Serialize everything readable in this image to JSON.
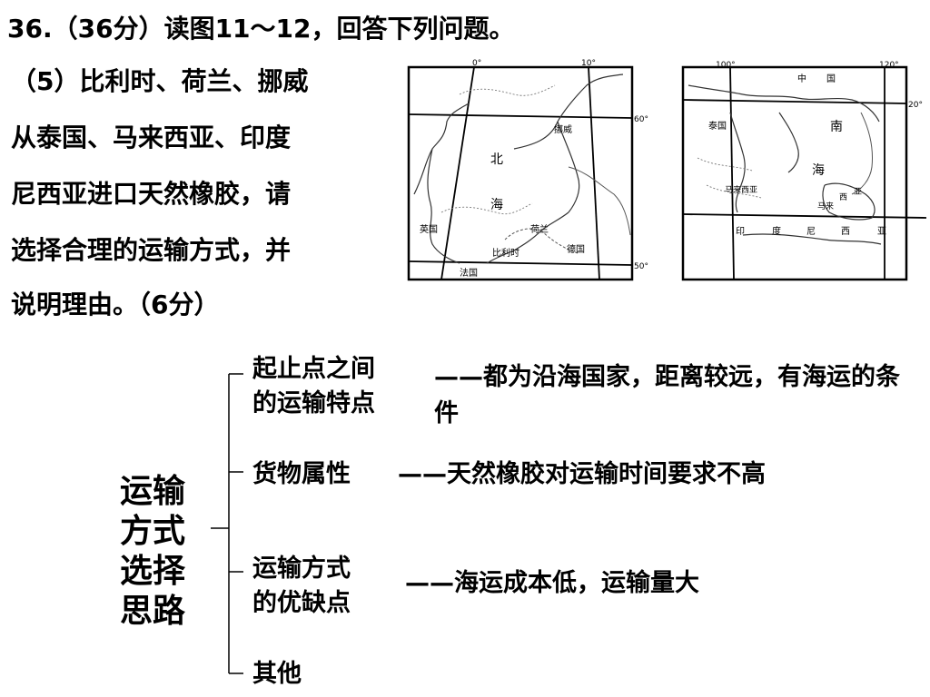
{
  "question": {
    "title": "36.（36分）读图11～12，回答下列问题。",
    "lines": [
      "（5）比利时、荷兰、挪威",
      "从泰国、马来西亚、印度",
      "尼西亚进口天然橡胶，请",
      "选择合理的运输方式，并",
      "说明理由。（6分）"
    ]
  },
  "map_north_sea": {
    "lon_labels": [
      "0°",
      "10°"
    ],
    "lat_labels": [
      "60°",
      "50°"
    ],
    "sea_labels": [
      "北",
      "海"
    ],
    "countries": [
      "挪威",
      "英国",
      "荷兰",
      "比利时",
      "德国",
      "法国"
    ]
  },
  "map_south_china_sea": {
    "lon_labels": [
      "100°",
      "120°"
    ],
    "lat_labels": [
      "20°"
    ],
    "sea_labels": [
      "南",
      "海"
    ],
    "countries": [
      "中",
      "国",
      "泰国",
      "马来西亚",
      "马来",
      "西",
      "亚",
      "印",
      "度",
      "尼",
      "西",
      "亚"
    ]
  },
  "mindmap": {
    "title_lines": [
      "运输",
      "方式",
      "选择",
      "思路"
    ],
    "branches": [
      {
        "label_lines": [
          "起止点之间",
          "的运输特点"
        ],
        "answer": "——都为沿海国家，距离较远，有海运的条件"
      },
      {
        "label_lines": [
          "货物属性"
        ],
        "answer": "——天然橡胶对运输时间要求不高"
      },
      {
        "label_lines": [
          "运输方式",
          "的优缺点"
        ],
        "answer": "——海运成本低，运输量大"
      },
      {
        "label_lines": [
          "其他"
        ],
        "answer": ""
      }
    ]
  }
}
